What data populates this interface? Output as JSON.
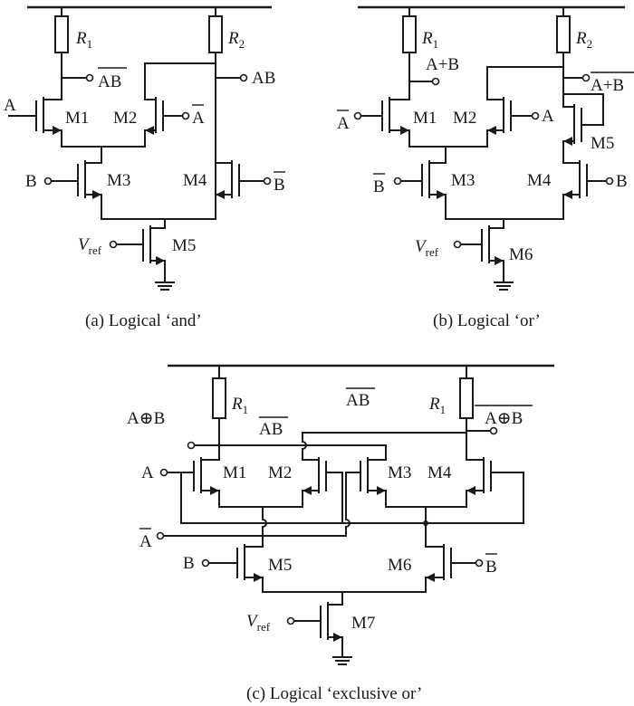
{
  "panel_a": {
    "caption": "(a) Logical ‘and’",
    "r1": "R",
    "r1_sub": "1",
    "r2": "R",
    "r2_sub": "2",
    "out_nab": "AB",
    "out_ab": "AB",
    "in_a": "A",
    "in_nota": "A",
    "in_b": "B",
    "in_notb": "B",
    "m1": "M1",
    "m2": "M2",
    "m3": "M3",
    "m4": "M4",
    "m5": "M5",
    "vref": "V",
    "vref_sub": "ref"
  },
  "panel_b": {
    "caption": "(b) Logical ‘or’",
    "r1": "R",
    "r1_sub": "1",
    "r2": "R",
    "r2_sub": "2",
    "out_or": "A+B",
    "out_nor": "A+B",
    "in_nota": "A",
    "in_a": "A",
    "in_notb": "B",
    "in_b": "B",
    "m1": "M1",
    "m2": "M2",
    "m3": "M3",
    "m4": "M4",
    "m5": "M5",
    "m6": "M6",
    "vref": "V",
    "vref_sub": "ref"
  },
  "panel_c": {
    "caption": "(c) Logical ‘exclusive or’",
    "r1_left": "R",
    "r1_left_sub": "1",
    "r1_right": "R",
    "r1_right_sub": "1",
    "out_xor": "A⊕B",
    "out_xnor": "A⊕B",
    "label_nab_top": "AB",
    "label_nab": "AB",
    "in_a": "A",
    "in_nota": "A",
    "in_b": "B",
    "in_notb": "B",
    "m1": "M1",
    "m2": "M2",
    "m3": "M3",
    "m4": "M4",
    "m5": "M5",
    "m6": "M6",
    "m7": "M7",
    "vref": "V",
    "vref_sub": "ref"
  }
}
